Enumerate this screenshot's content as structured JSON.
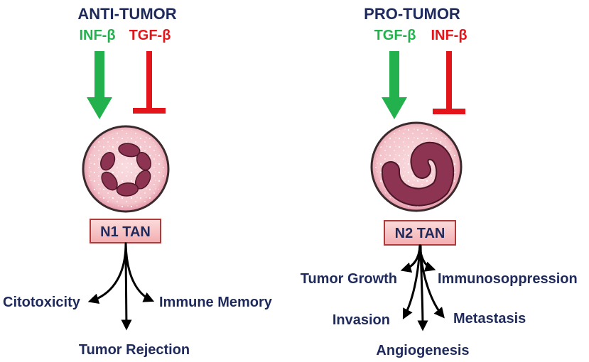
{
  "panels": {
    "anti_tumor": {
      "title": "ANTI-TUMOR",
      "activator": "INF-β",
      "inhibitor": "TGF-β",
      "cell_label": "N1 TAN",
      "outcomes": [
        "Citotoxicity",
        "Immune Memory",
        "Tumor Rejection"
      ]
    },
    "pro_tumor": {
      "title": "PRO-TUMOR",
      "activator": "TGF-β",
      "inhibitor": "INF-β",
      "cell_label": "N2 TAN",
      "outcomes": [
        "Tumor Growth",
        "Immunosoppression",
        "Invasion",
        "Metastasis",
        "Angiogenesis"
      ]
    }
  },
  "colors": {
    "text": "#1f2a5c",
    "activator": "#22b14c",
    "inhibitor": "#e3151b",
    "nucleus": "#8c3452",
    "box_border": "#b03a3a"
  }
}
